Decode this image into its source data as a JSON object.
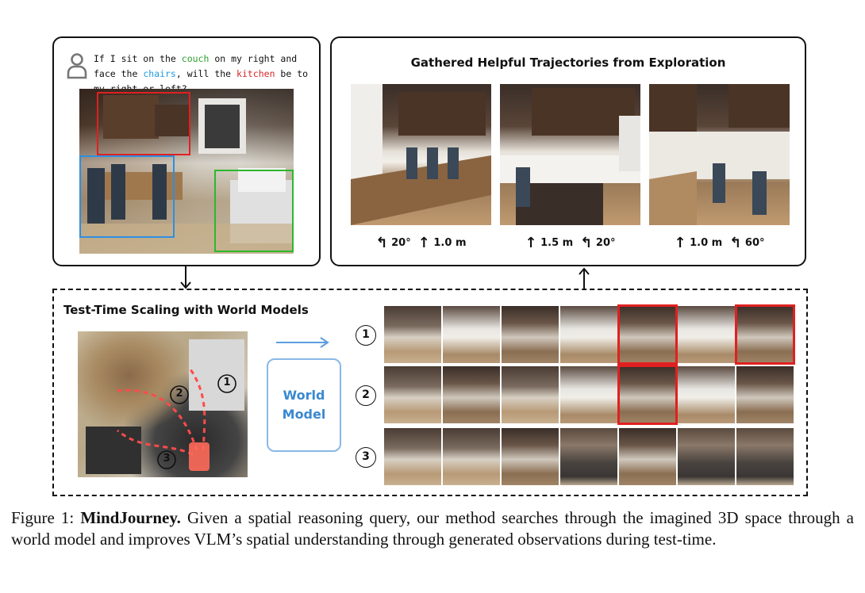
{
  "query": {
    "icon": "user-icon",
    "parts": [
      "If I sit on the ",
      "couch",
      " on my right and face the ",
      "chairs",
      ", will the ",
      "kitchen",
      " be to my right or left?"
    ],
    "colors": {
      "couch": "#2ca02c",
      "chairs": "#1f9bdc",
      "kitchen": "#d62728"
    }
  },
  "trajectories": {
    "title": "Gathered Helpful Trajectories from Exploration",
    "frames": [
      {
        "steps": [
          "↰",
          "20°",
          "↑",
          "1.0 m"
        ]
      },
      {
        "steps": [
          "↑",
          "1.5 m",
          "↰",
          "20°"
        ]
      },
      {
        "steps": [
          "↑",
          "1.0 m",
          "↰",
          "60°"
        ]
      }
    ]
  },
  "tts": {
    "title": "Test-Time Scaling with World Models",
    "world_model": [
      "World",
      "Model"
    ],
    "rows": [
      {
        "label": "1",
        "highlighted_cells": [
          4,
          6
        ]
      },
      {
        "label": "2",
        "highlighted_cells": [
          4
        ]
      },
      {
        "label": "3",
        "highlighted_cells": []
      }
    ],
    "map_labels": [
      "1",
      "2",
      "3"
    ]
  },
  "caption": {
    "prefix": "Figure 1: ",
    "title": "MindJourney.",
    "body": " Given a spatial reasoning query, our method searches through the imagined 3D space through a world model and improves VLM’s spatial understanding through generated observations during test-time."
  }
}
